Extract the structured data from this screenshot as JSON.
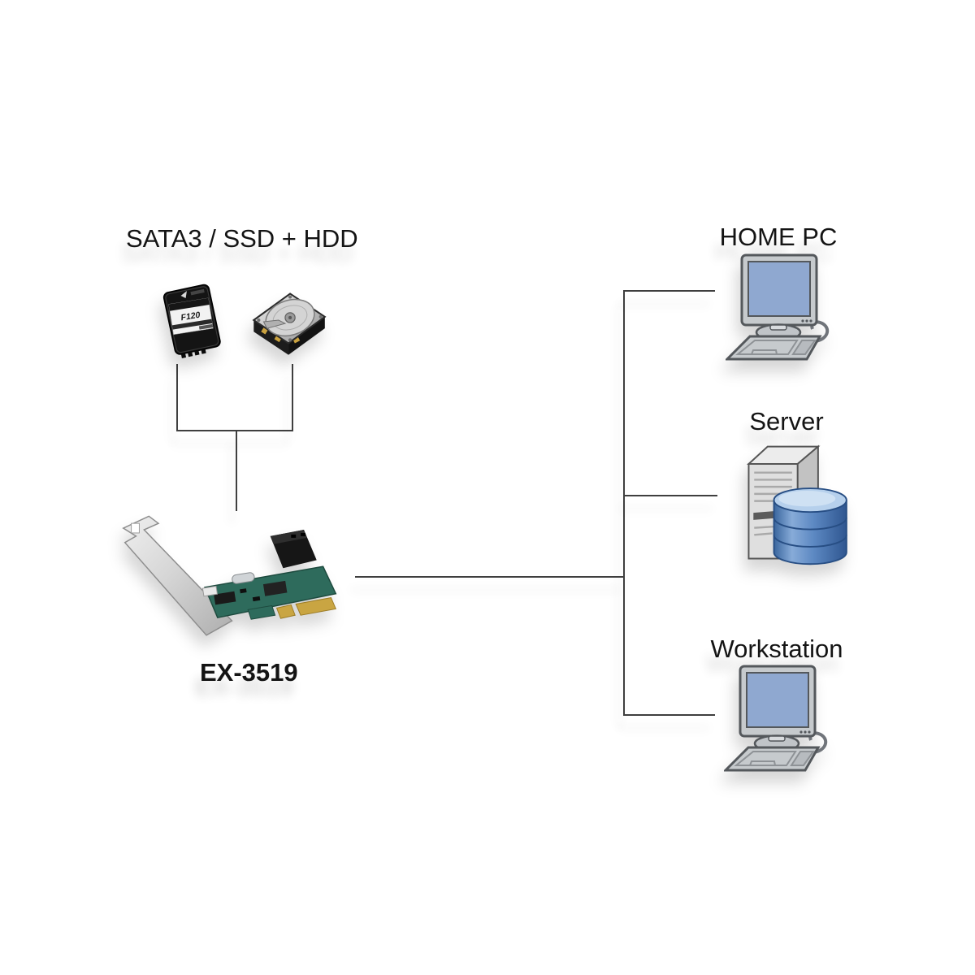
{
  "diagram": {
    "title": "SATA3 / SSD + HDD",
    "controller_label": "EX-3519",
    "ssd_text": "F120",
    "clients": [
      {
        "label": "HOME PC"
      },
      {
        "label": "Server"
      },
      {
        "label": "Workstation"
      }
    ],
    "connections": [
      {
        "from": "ssd",
        "to": "pcie-card"
      },
      {
        "from": "hdd",
        "to": "pcie-card"
      },
      {
        "from": "pcie-card",
        "to": "home-pc"
      },
      {
        "from": "pcie-card",
        "to": "server"
      },
      {
        "from": "pcie-card",
        "to": "workstation"
      }
    ],
    "colors": {
      "line": "#3f3f3f",
      "monitor_screen": "#8fa8d0",
      "monitor_body": "#c6cacd",
      "database_blue": "#4f7cba",
      "pcb_green": "#2e6b5c",
      "gold_fingers": "#c9a542",
      "text": "#141414"
    }
  }
}
